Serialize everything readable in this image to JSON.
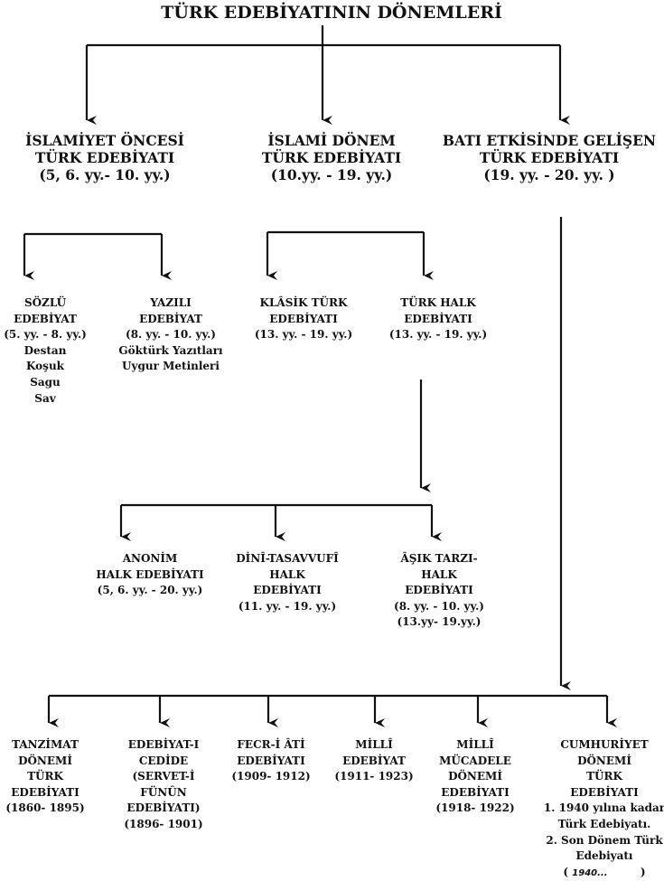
{
  "title": "TÜRK EDEBİYATININ DÖNEMLERİ",
  "level1": [
    {
      "lines": [
        "İSLAMİYET ÖNCESİ",
        "TÜRK EDEBİYATI",
        "(5, 6. yy.- 10. yy.)"
      ]
    },
    {
      "lines": [
        "İSLAMİ DÖNEM",
        "TÜRK EDEBİYATI",
        "(10.yy. - 19. yy.)"
      ]
    },
    {
      "lines": [
        "BATI ETKİSİNDE GELİŞEN",
        "TÜRK EDEBİYATI",
        "(19. yy. - 20. yy. )"
      ]
    }
  ],
  "level2": [
    {
      "lines": [
        "SÖZLÜ",
        "EDEBİYAT",
        "(5. yy. - 8. yy.)",
        "Destan",
        "Koşuk",
        "Sagu",
        "Sav"
      ]
    },
    {
      "lines": [
        "YAZILI",
        "EDEBİYAT",
        "(8. yy. - 10. yy.)",
        "Göktürk Yazıtları",
        "Uygur Metinleri"
      ]
    },
    {
      "lines": [
        "KLÂSİK TÜRK",
        "EDEBİYATI",
        "(13. yy. - 19. yy.)"
      ]
    },
    {
      "lines": [
        "TÜRK HALK",
        "EDEBİYATI",
        "(13. yy. - 19. yy.)"
      ]
    }
  ],
  "level3": [
    {
      "lines": [
        "ANONİM",
        "HALK EDEBİYATI",
        "(5, 6. yy. - 20. yy.)"
      ]
    },
    {
      "lines": [
        "DİNÎ-TASAVVUFÎ",
        "HALK",
        "EDEBİYATI",
        "(11. yy. - 19. yy.)"
      ]
    },
    {
      "lines": [
        "ÂŞIK TARZI-",
        "HALK",
        "EDEBİYATI",
        "(8. yy. - 10. yy.)",
        "(13.yy- 19.yy.)"
      ]
    }
  ],
  "level4": [
    {
      "lines": [
        "TANZİMAT",
        "DÖNEMİ",
        "TÜRK",
        "EDEBİYATI",
        "(1860- 1895)"
      ]
    },
    {
      "lines": [
        "EDEBİYAT-I",
        "CEDİDE",
        "(SERVET-İ",
        "FÜNÛN",
        "EDEBİYATI)",
        "(1896- 1901)"
      ]
    },
    {
      "lines": [
        "FECR-İ ÂTİ",
        "EDEBİYATI",
        "(1909- 1912)"
      ]
    },
    {
      "lines": [
        "MİLLÎ",
        "EDEBİYAT",
        "(1911- 1923)"
      ]
    },
    {
      "lines": [
        "MİLLÎ",
        "MÜCADELE",
        "DÖNEMİ",
        "EDEBİYATI",
        "(1918- 1922)"
      ]
    },
    {
      "lines": [
        "CUMHURİYET",
        "DÖNEMİ",
        "TÜRK",
        "EDEBİYATI",
        "1. 1940 yılına kadar",
        "Türk Edebiyatı.",
        "2. Son Dönem Türk",
        "Edebiyatı"
      ]
    }
  ],
  "last_note": {
    "open": "(",
    "value": "1940...",
    "close": ")"
  }
}
